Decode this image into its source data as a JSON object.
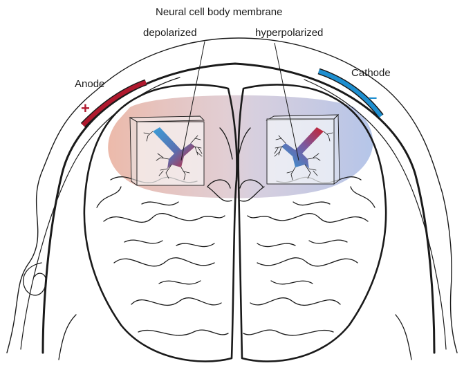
{
  "labels": {
    "title": "Neural cell body membrane",
    "depolarized": "depolarized",
    "hyperpolarized": "hyperpolarized",
    "anode": "Anode",
    "cathode": "Cathode",
    "plus": "+",
    "minus": "–"
  },
  "colors": {
    "anode": "#b0192e",
    "cathode": "#1e8fd0",
    "current_warm": "#d98d7b",
    "current_cool": "#8fa4d8",
    "outline": "#1a1a1a"
  }
}
